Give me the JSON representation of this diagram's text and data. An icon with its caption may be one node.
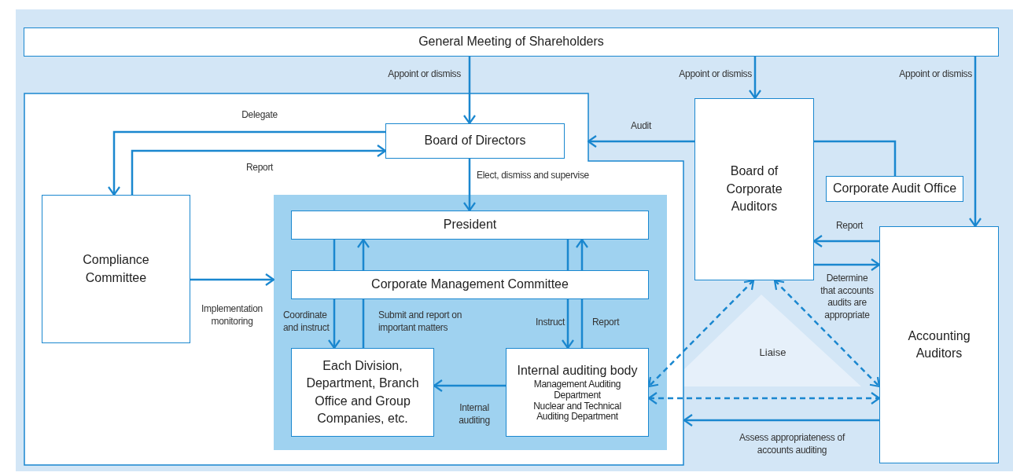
{
  "diagram": {
    "nodes": [
      {
        "text": [
          "General Meeting of Shareholders"
        ]
      },
      {
        "text": [],
        "shape": "box"
      },
      {
        "text": [
          "Board of Directors"
        ],
        "in": 1
      },
      {
        "text": [
          "Board of Corporate Auditors"
        ]
      },
      {
        "text": [
          "Corporate Audit Office"
        ]
      },
      {
        "text": [
          "Compliance Committee"
        ],
        "in": 1
      },
      {
        "text": [],
        "shape": "box",
        "in": 1
      },
      {
        "text": [
          "President"
        ],
        "in": 6
      },
      {
        "text": [
          "Corporate Management Committee"
        ],
        "in": 6
      },
      {
        "text": [
          "Each Division, Department, Branch Office and Group Companies, etc."
        ],
        "in": 6
      },
      {
        "text": [
          "Internal auditing body",
          "Management Auditing Department",
          "Nuclear and Technical Auditing Department"
        ],
        "in": 6
      },
      {
        "text": [
          "Accounting Auditors"
        ]
      },
      {
        "text": [
          "Liaise"
        ]
      }
    ],
    "edges": [
      {
        "from": 0,
        "to": 2,
        "arrow": "to",
        "label": "Appoint or dismiss"
      },
      {
        "from": 0,
        "to": 3,
        "arrow": "to",
        "label": "Appoint or dismiss"
      },
      {
        "from": 0,
        "to": 11,
        "arrow": "to",
        "label": "Appoint or dismiss"
      },
      {
        "from": 2,
        "to": 5,
        "arrow": "to",
        "label": "Delegate"
      },
      {
        "from": 5,
        "to": 2,
        "arrow": "to",
        "label": "Report"
      },
      {
        "from": 3,
        "to": 1,
        "arrow": "to",
        "label": "Audit"
      },
      {
        "from": 3,
        "to": 4,
        "arrow": "none"
      },
      {
        "from": 2,
        "to": 7,
        "arrow": "to",
        "label": "Elect, dismiss and supervise"
      },
      {
        "from": 5,
        "to": 6,
        "arrow": "to",
        "label": "Implementation monitoring"
      },
      {
        "from": 7,
        "to": 8,
        "arrow": "none"
      },
      {
        "from": 8,
        "to": 7,
        "arrow": "to"
      },
      {
        "from": 8,
        "to": 9,
        "arrow": "to",
        "label": "Coordinate and instruct"
      },
      {
        "from": 9,
        "to": 8,
        "arrow": "none",
        "label": "Submit and report on important matters"
      },
      {
        "from": 7,
        "to": 8,
        "arrow": "none"
      },
      {
        "from": 8,
        "to": 7,
        "arrow": "to"
      },
      {
        "from": 8,
        "to": 10,
        "arrow": "to",
        "label": "Instruct"
      },
      {
        "from": 10,
        "to": 8,
        "arrow": "none",
        "label": "Report"
      },
      {
        "from": 10,
        "to": 9,
        "arrow": "to",
        "label": "Internal auditing"
      },
      {
        "from": 11,
        "to": 3,
        "arrow": "to",
        "label": "Report"
      },
      {
        "from": 3,
        "to": 11,
        "arrow": "to",
        "label": "Determine that accounts audits are appropriate"
      },
      {
        "from": 3,
        "to": 10,
        "arrow": "both",
        "style": "dashed"
      },
      {
        "from": 3,
        "to": 11,
        "arrow": "both",
        "style": "dashed"
      },
      {
        "from": 10,
        "to": 11,
        "arrow": "both",
        "style": "dashed"
      },
      {
        "from": 11,
        "to": 1,
        "arrow": "to",
        "label": "Assess appropriateness of accounts auditing"
      }
    ]
  }
}
